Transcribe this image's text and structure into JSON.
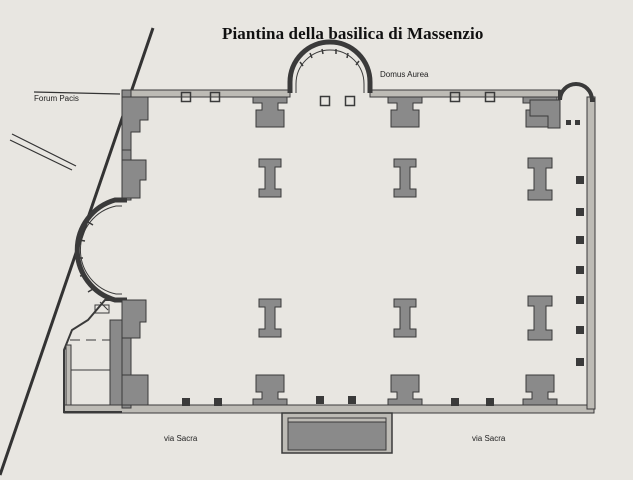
{
  "title": "Piantina della basilica di Massenzio",
  "labels": {
    "forum_pacis": "Forum Pacis",
    "domus_aurea": "Domus Aurea",
    "via_sacra_left": "via Sacra",
    "via_sacra_right": "via Sacra"
  },
  "colors": {
    "paper": "#e8e6e1",
    "ink": "#3a3a3a",
    "fill": "#8a8a8a",
    "ghost_text": "#b9b6ae"
  }
}
